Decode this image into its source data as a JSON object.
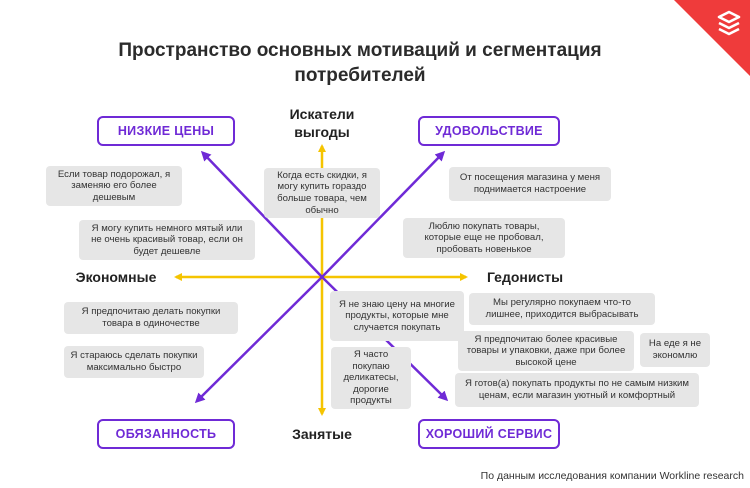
{
  "title": "Пространство основных мотиваций и сегментация потребителей",
  "colors": {
    "purple": "#6f2ad6",
    "yellow": "#f5c400",
    "logo_red": "#ef3b3b",
    "note_bg": "#e6e6e6"
  },
  "logo": {
    "icon": "stacked-layers-logo-icon"
  },
  "axes": {
    "top": "Искатели выгоды",
    "bottom": "Занятые",
    "left": "Экономные",
    "right": "Гедонисты"
  },
  "corners": {
    "top_left": "НИЗКИЕ ЦЕНЫ",
    "top_right": "УДОВОЛЬСТВИЕ",
    "bottom_left": "ОБЯЗАННОСТЬ",
    "bottom_right": "ХОРОШИЙ СЕРВИС"
  },
  "notes": {
    "price_up": "Если товар подорожал, я заменяю его более дешевым",
    "crumpled": "Я могу купить немного мятый или не очень красивый товар, если он будет дешевле",
    "discounts": "Когда есть скидки, я могу купить гораздо больше товара, чем обычно",
    "mood": "От посещения магазина у меня поднимается настроение",
    "new_items": "Люблю покупать товары, которые еще не пробовал, пробовать новенькое",
    "alone": "Я предпочитаю делать покупки товара в одиночестве",
    "fast": "Я стараюсь сделать покупки максимально быстро",
    "unknown_price": "Я не знаю цену на многие продукты, которые мне случается покупать",
    "delicacies": "Я часто покупаю деликатесы, дорогие продукты",
    "extra": "Мы регулярно покупаем что-то лишнее, приходится выбрасывать",
    "packaging": "Я предпочитаю более красивые товары и упаковки, даже при более высокой цене",
    "food_save": "На еде я не экономлю",
    "comfort": "Я готов(а) покупать продукты по не самым низким ценам, если магазин уютный и комфортный"
  },
  "source": "По данным исследования компании Workline research"
}
